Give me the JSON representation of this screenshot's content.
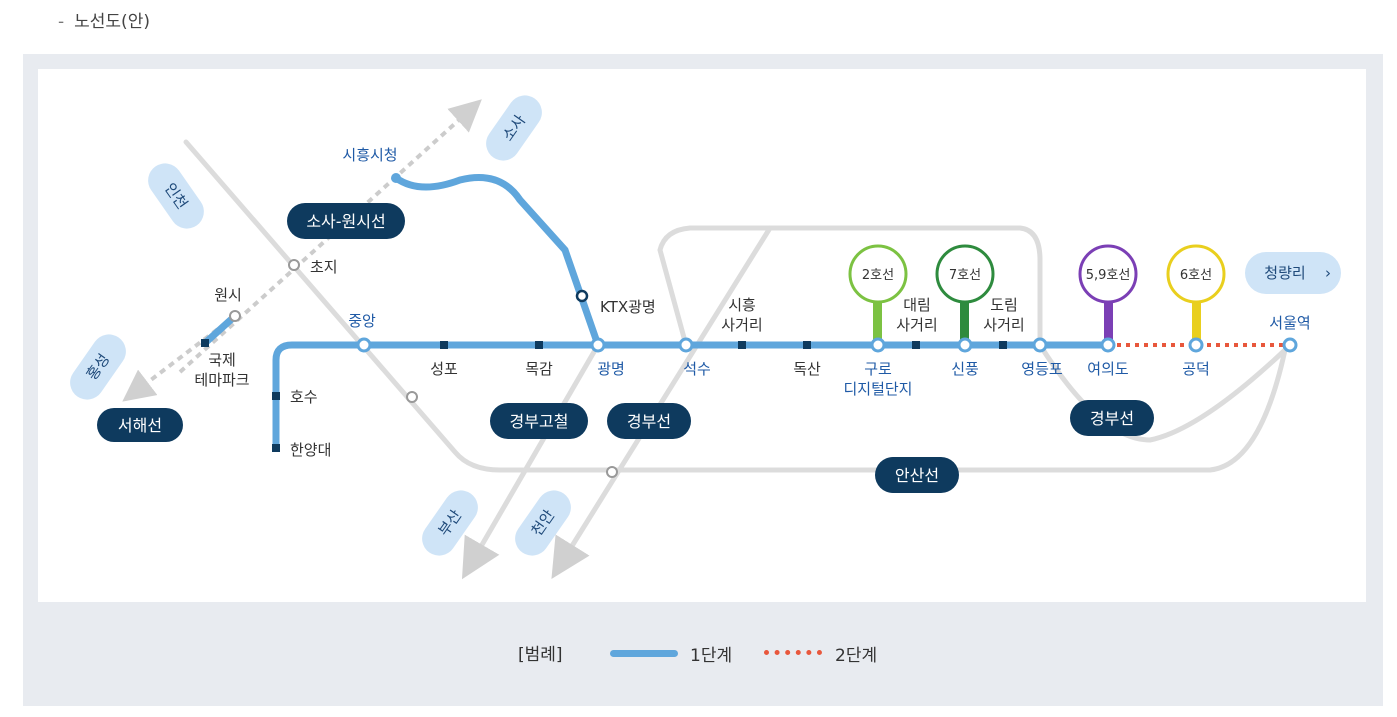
{
  "heading": {
    "bullet": "-",
    "title": "노선도(안)"
  },
  "colors": {
    "main_line": "#5fa6dc",
    "phase2_line": "#e8573c",
    "other_line": "#d9d9d9",
    "label_pill": "#0e3a5e",
    "direction_bubble": "#cfe4f7",
    "line2": "#7cc242",
    "line7": "#2e8b3e",
    "line59": "#7b3fb5",
    "line6": "#e9cf1e"
  },
  "stations": {
    "hanyangdae": "한양대",
    "hosu": "호수",
    "jungang": "중앙",
    "seongpo": "성포",
    "mokgam": "목감",
    "gwangmyeong": "광명",
    "seoksu": "석수",
    "siheung_geori_1": "시흥",
    "siheung_geori_2": "사거리",
    "doksan": "독산",
    "guro_1": "구로",
    "guro_2": "디지털단지",
    "daerim_1": "대림",
    "daerim_2": "사거리",
    "sinpung": "신풍",
    "dorim_1": "도림",
    "dorim_2": "사거리",
    "yeongdeungpo": "영등포",
    "yeouido": "여의도",
    "gongdeok": "공덕",
    "seoul_station": "서울역",
    "siheung_sicheong": "시흥시청",
    "ktx_gwangmyeong": "KTX광명",
    "choji": "초지",
    "wonsi": "원시",
    "gukje_1": "국제",
    "gukje_2": "테마파크"
  },
  "lines": {
    "sosa_wonsi": "소사-원시선",
    "seohae": "서해선",
    "gyeongbu_high": "경부고철",
    "gyeongbu_1": "경부선",
    "gyeongbu_2": "경부선",
    "ansan": "안산선"
  },
  "directions": {
    "incheon": "인천",
    "sosa": "소사",
    "hongseong": "홍성",
    "busan": "부산",
    "cheonan": "천안",
    "cheongnyangni": "청량리"
  },
  "transfers": {
    "line2": "2호선",
    "line7": "7호선",
    "line59": "5,9호선",
    "line6": "6호선"
  },
  "legend": {
    "title": "[범례]",
    "phase1": "1단계",
    "phase2": "2단계"
  }
}
